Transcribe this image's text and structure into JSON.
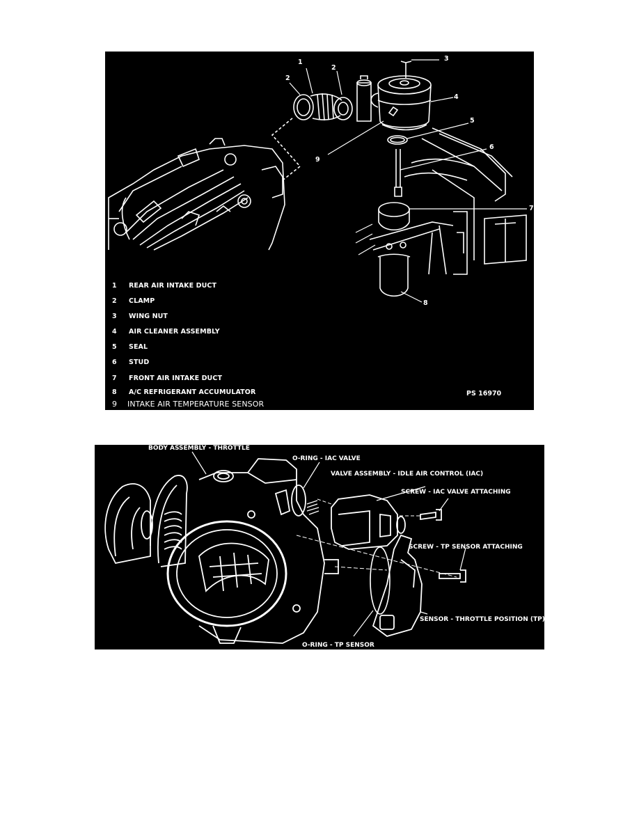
{
  "figure1": {
    "callouts": {
      "c1": "1",
      "c2a": "2",
      "c2b": "2",
      "c3": "3",
      "c4": "4",
      "c5": "5",
      "c6": "6",
      "c7": "7",
      "c8": "8",
      "c9": "9"
    },
    "legend": [
      {
        "num": "1",
        "label": "REAR AIR INTAKE DUCT"
      },
      {
        "num": "2",
        "label": "CLAMP"
      },
      {
        "num": "3",
        "label": "WING NUT"
      },
      {
        "num": "4",
        "label": "AIR CLEANER ASSEMBLY"
      },
      {
        "num": "5",
        "label": "SEAL"
      },
      {
        "num": "6",
        "label": "STUD"
      },
      {
        "num": "7",
        "label": "FRONT AIR INTAKE DUCT"
      },
      {
        "num": "8",
        "label": "A/C REFRIGERANT ACCUMULATOR"
      },
      {
        "num": "9",
        "label": "INTAKE AIR TEMPERATURE SENSOR"
      }
    ],
    "figure_code": "PS 16970"
  },
  "figure2": {
    "labels": {
      "body_assembly": "BODY ASSEMBLY - THROTTLE",
      "oring_iac": "O-RING - IAC VALVE",
      "valve_assembly": "VALVE ASSEMBLY - IDLE AIR CONTROL (IAC)",
      "screw_iac": "SCREW - IAC VALVE ATTACHING",
      "screw_tp": "SCREW - TP SENSOR ATTACHING",
      "sensor_tp": "SENSOR - THROTTLE POSITION (TP)",
      "oring_tp": "O-RING - TP SENSOR"
    }
  }
}
